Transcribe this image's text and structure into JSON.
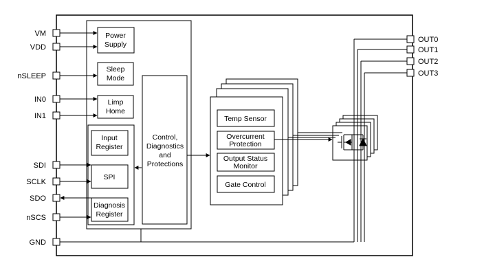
{
  "pins_left": [
    "VM",
    "VDD",
    "nSLEEP",
    "IN0",
    "IN1",
    "SDI",
    "SCLK",
    "SDO",
    "nSCS",
    "GND"
  ],
  "pins_right": [
    "OUT0",
    "OUT1",
    "OUT2",
    "OUT3"
  ],
  "blocks": {
    "power_supply": [
      "Power",
      "Supply"
    ],
    "sleep_mode": [
      "Sleep",
      "Mode"
    ],
    "limp_home": [
      "Limp",
      "Home"
    ],
    "input_register": [
      "Input",
      "Register"
    ],
    "spi": "SPI",
    "diagnosis_register": [
      "Diagnosis",
      "Register"
    ],
    "control": [
      "Control,",
      "Diagnostics",
      "and",
      "Protections"
    ],
    "temp_sensor": "Temp Sensor",
    "overcurrent": [
      "Overcurrent",
      "Protection"
    ],
    "output_status": [
      "Output Status",
      "Monitor"
    ],
    "gate_control": "Gate Control"
  },
  "colors": {
    "line": "#000000",
    "background": "#ffffff"
  }
}
